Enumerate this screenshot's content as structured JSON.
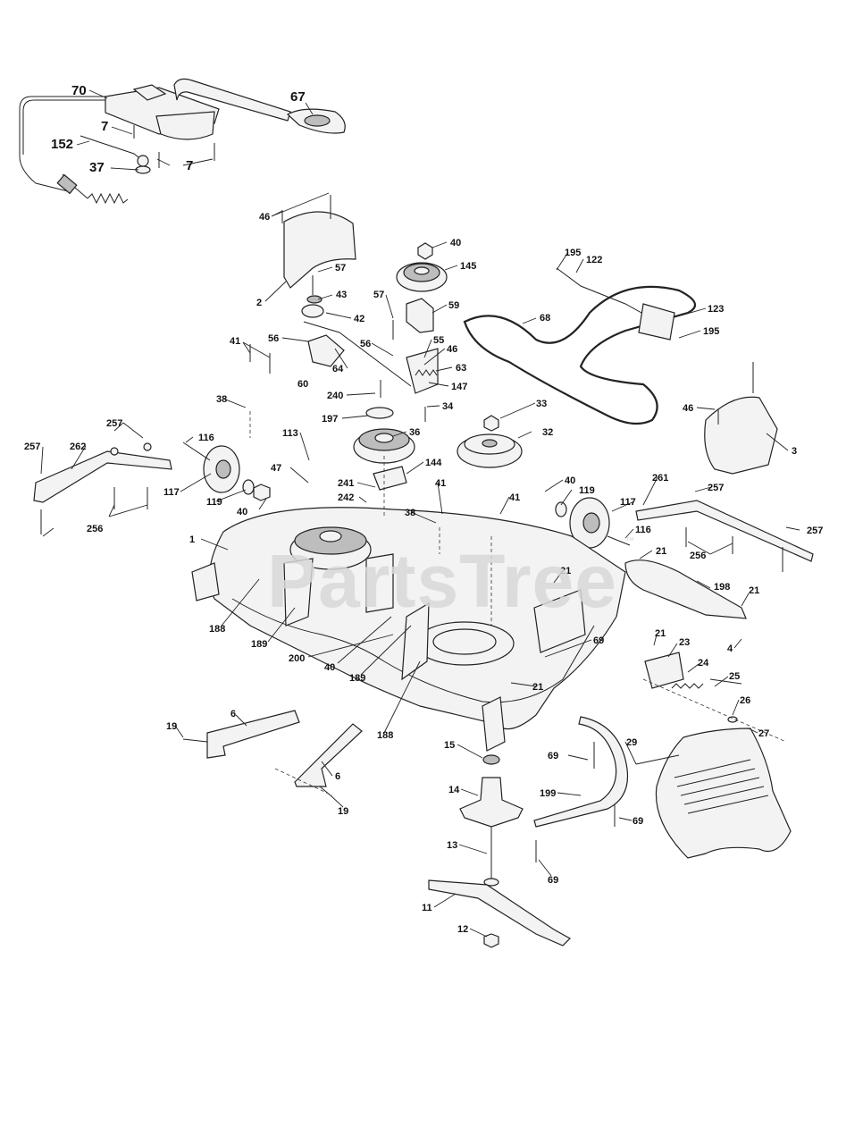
{
  "watermark": "PartsTree",
  "watermark_tm": "™",
  "callouts": [
    {
      "id": "c70",
      "text": "70"
    },
    {
      "id": "c67",
      "text": "67"
    },
    {
      "id": "c7a",
      "text": "7"
    },
    {
      "id": "c152",
      "text": "152"
    },
    {
      "id": "c37",
      "text": "37"
    },
    {
      "id": "c7b",
      "text": "7"
    },
    {
      "id": "c46a",
      "text": "46"
    },
    {
      "id": "c2",
      "text": "2"
    },
    {
      "id": "c40a",
      "text": "40"
    },
    {
      "id": "c195a",
      "text": "195"
    },
    {
      "id": "c122",
      "text": "122"
    },
    {
      "id": "c145",
      "text": "145"
    },
    {
      "id": "c57a",
      "text": "57"
    },
    {
      "id": "c43",
      "text": "43"
    },
    {
      "id": "c42",
      "text": "42"
    },
    {
      "id": "c57b",
      "text": "57"
    },
    {
      "id": "c59",
      "text": "59"
    },
    {
      "id": "c68",
      "text": "68"
    },
    {
      "id": "c123",
      "text": "123"
    },
    {
      "id": "c195b",
      "text": "195"
    },
    {
      "id": "c41a",
      "text": "41"
    },
    {
      "id": "c56a",
      "text": "56"
    },
    {
      "id": "c56b",
      "text": "56"
    },
    {
      "id": "c55",
      "text": "55"
    },
    {
      "id": "c46b",
      "text": "46"
    },
    {
      "id": "c64",
      "text": "64"
    },
    {
      "id": "c63",
      "text": "63"
    },
    {
      "id": "c60",
      "text": "60"
    },
    {
      "id": "c240",
      "text": "240"
    },
    {
      "id": "c147",
      "text": "147"
    },
    {
      "id": "c38a",
      "text": "38"
    },
    {
      "id": "c197",
      "text": "197"
    },
    {
      "id": "c34",
      "text": "34"
    },
    {
      "id": "c33",
      "text": "33"
    },
    {
      "id": "c46c",
      "text": "46"
    },
    {
      "id": "c257a",
      "text": "257"
    },
    {
      "id": "c36",
      "text": "36"
    },
    {
      "id": "c32",
      "text": "32"
    },
    {
      "id": "c3",
      "text": "3"
    },
    {
      "id": "c257b",
      "text": "257"
    },
    {
      "id": "c262",
      "text": "262"
    },
    {
      "id": "c116a",
      "text": "116"
    },
    {
      "id": "c113",
      "text": "113"
    },
    {
      "id": "c144",
      "text": "144"
    },
    {
      "id": "c47",
      "text": "47"
    },
    {
      "id": "c241",
      "text": "241"
    },
    {
      "id": "c41b",
      "text": "41"
    },
    {
      "id": "c40b",
      "text": "40"
    },
    {
      "id": "c261",
      "text": "261"
    },
    {
      "id": "c117a",
      "text": "117"
    },
    {
      "id": "c242",
      "text": "242"
    },
    {
      "id": "c41c",
      "text": "41"
    },
    {
      "id": "c119a",
      "text": "119"
    },
    {
      "id": "c257c",
      "text": "257"
    },
    {
      "id": "c119b",
      "text": "119"
    },
    {
      "id": "c40c",
      "text": "40"
    },
    {
      "id": "c38b",
      "text": "38"
    },
    {
      "id": "c117b",
      "text": "117"
    },
    {
      "id": "c256a",
      "text": "256"
    },
    {
      "id": "c116b",
      "text": "116"
    },
    {
      "id": "c257d",
      "text": "257"
    },
    {
      "id": "c1",
      "text": "1"
    },
    {
      "id": "c21a",
      "text": "21"
    },
    {
      "id": "c256b",
      "text": "256"
    },
    {
      "id": "c21b",
      "text": "21"
    },
    {
      "id": "c198",
      "text": "198"
    },
    {
      "id": "c21c",
      "text": "21"
    },
    {
      "id": "c188a",
      "text": "188"
    },
    {
      "id": "c69a",
      "text": "69"
    },
    {
      "id": "c21d",
      "text": "21"
    },
    {
      "id": "c23",
      "text": "23"
    },
    {
      "id": "c189a",
      "text": "189"
    },
    {
      "id": "c4",
      "text": "4"
    },
    {
      "id": "c200",
      "text": "200"
    },
    {
      "id": "c24",
      "text": "24"
    },
    {
      "id": "c40d",
      "text": "40"
    },
    {
      "id": "c25",
      "text": "25"
    },
    {
      "id": "c21e",
      "text": "21"
    },
    {
      "id": "c189b",
      "text": "189"
    },
    {
      "id": "c26",
      "text": "26"
    },
    {
      "id": "c6a",
      "text": "6"
    },
    {
      "id": "c27",
      "text": "27"
    },
    {
      "id": "c188b",
      "text": "188"
    },
    {
      "id": "c19a",
      "text": "19"
    },
    {
      "id": "c15",
      "text": "15"
    },
    {
      "id": "c29",
      "text": "29"
    },
    {
      "id": "c69b",
      "text": "69"
    },
    {
      "id": "c6b",
      "text": "6"
    },
    {
      "id": "c14",
      "text": "14"
    },
    {
      "id": "c199",
      "text": "199"
    },
    {
      "id": "c19b",
      "text": "19"
    },
    {
      "id": "c69c",
      "text": "69"
    },
    {
      "id": "c13",
      "text": "13"
    },
    {
      "id": "c69d",
      "text": "69"
    },
    {
      "id": "c11",
      "text": "11"
    },
    {
      "id": "c12",
      "text": "12"
    }
  ]
}
